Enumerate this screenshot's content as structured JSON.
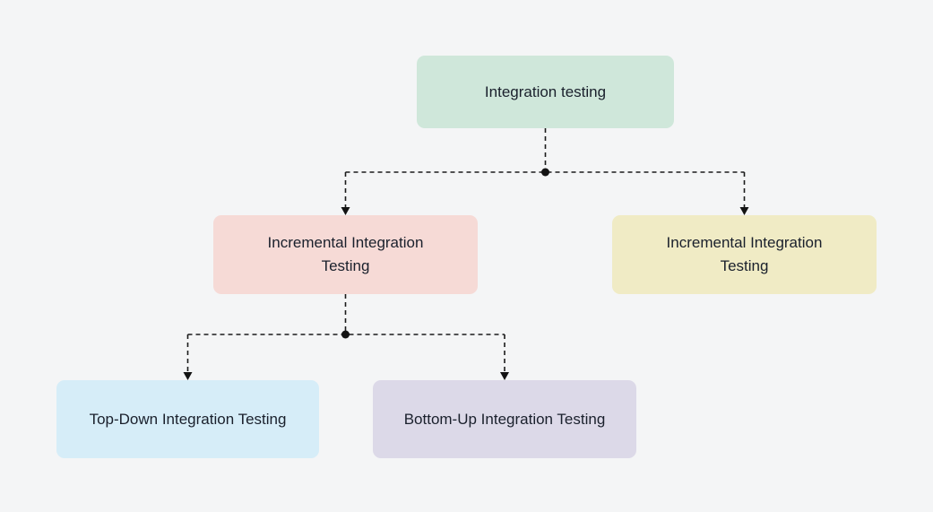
{
  "canvas": {
    "background": "#f4f5f6",
    "connector_color": "#1b1b1b"
  },
  "nodes": {
    "root": {
      "label": "Integration testing",
      "color": "#cfe7da"
    },
    "incremental_left": {
      "label": "Incremental Integration Testing",
      "color": "#f6dad6"
    },
    "incremental_right": {
      "label": "Incremental Integration Testing",
      "color": "#f0ebc5"
    },
    "top_down": {
      "label": "Top-Down Integration Testing",
      "color": "#d6edf8"
    },
    "bottom_up": {
      "label": "Bottom-Up Integration Testing",
      "color": "#dcd9e8"
    }
  }
}
